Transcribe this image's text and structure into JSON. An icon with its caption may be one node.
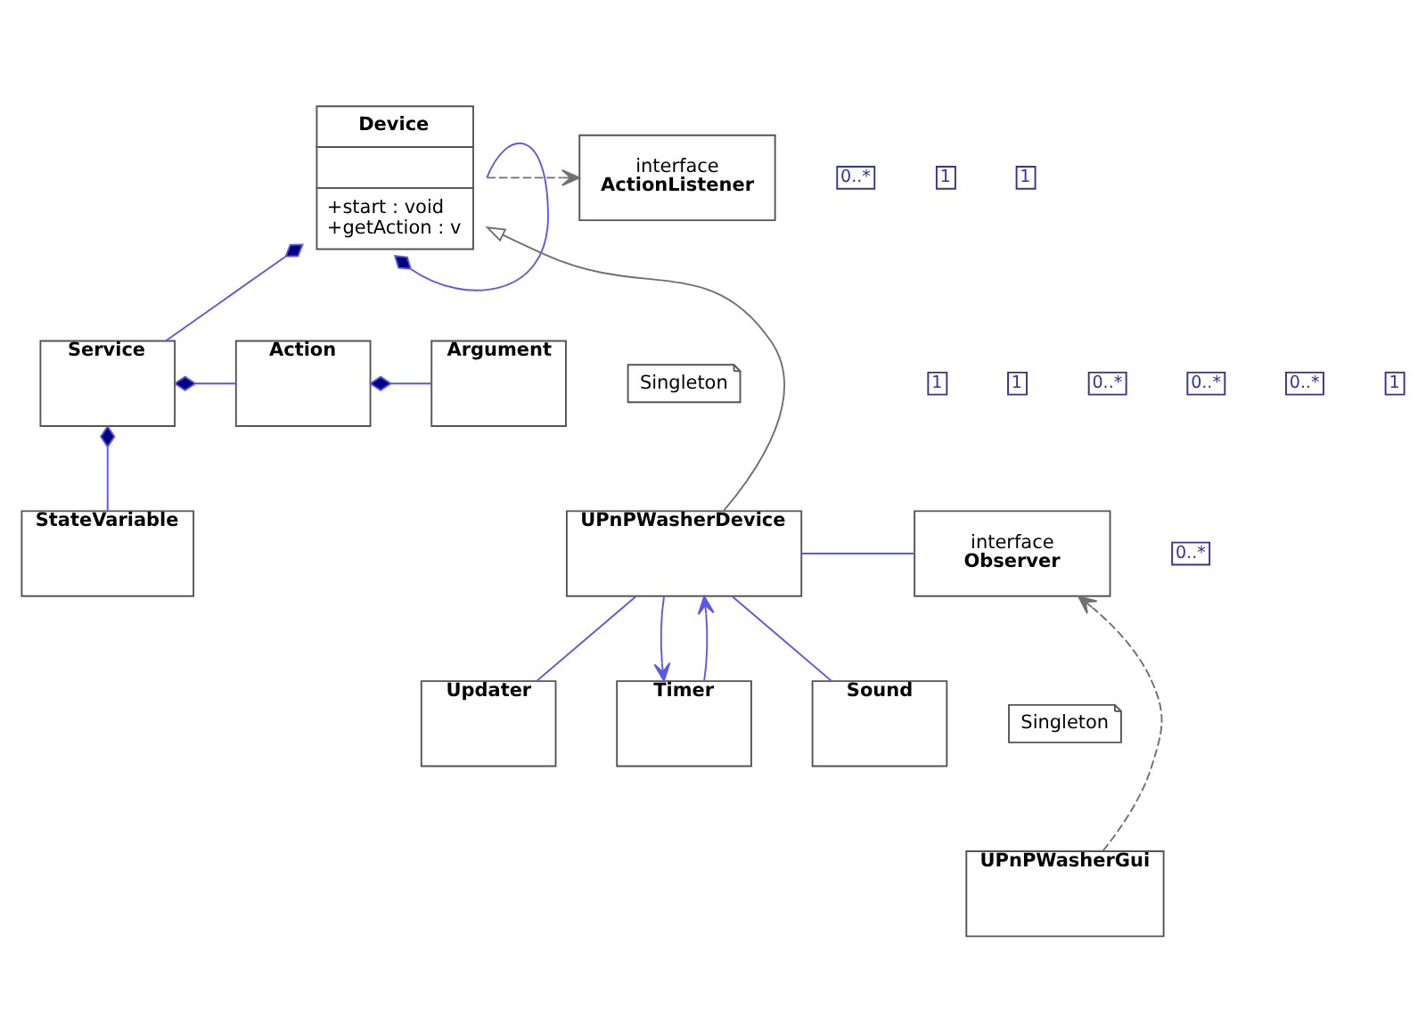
{
  "diagram": {
    "nodes": [
      {
        "text": [
          "Device",
          "+start : void",
          "+getAction : v"
        ]
      },
      {
        "text": [
          "interface",
          "ActionListener"
        ]
      },
      {
        "text": [
          "Service"
        ]
      },
      {
        "text": [
          "Action"
        ]
      },
      {
        "text": [
          "Argument"
        ]
      },
      {
        "text": [
          "StateVariable"
        ]
      },
      {
        "text": [
          "Singleton"
        ]
      },
      {
        "text": [
          "UPnPWasherDevice"
        ]
      },
      {
        "text": [
          "interface",
          "Observer"
        ]
      },
      {
        "text": [
          "Updater"
        ]
      },
      {
        "text": [
          "Timer"
        ]
      },
      {
        "text": [
          "Sound"
        ]
      },
      {
        "text": [
          "Singleton"
        ]
      },
      {
        "text": [
          "UPnPWasherGui"
        ]
      }
    ],
    "edges": [
      {
        "from": 0,
        "to": 1,
        "arrow": "to",
        "style": "dashed",
        "color": "#707070"
      },
      {
        "from": 0,
        "to": 2,
        "arrow": "other"
      },
      {
        "from": 0,
        "to": 0,
        "arrow": "other"
      },
      {
        "from": 2,
        "to": 3,
        "arrow": "other"
      },
      {
        "from": 3,
        "to": 4,
        "arrow": "other"
      },
      {
        "from": 2,
        "to": 5,
        "arrow": "other"
      },
      {
        "from": 7,
        "to": 0,
        "arrow": "to",
        "color": "#707070"
      },
      {
        "from": 7,
        "to": 8,
        "arrow": "none"
      },
      {
        "from": 7,
        "to": 9,
        "arrow": "none"
      },
      {
        "from": 7,
        "to": 10,
        "arrow": "to"
      },
      {
        "from": 10,
        "to": 7,
        "arrow": "to"
      },
      {
        "from": 7,
        "to": 11,
        "arrow": "none"
      },
      {
        "from": 13,
        "to": 8,
        "arrow": "to",
        "style": "dashed",
        "color": "#707070"
      }
    ],
    "labels": [
      "0..*",
      "1",
      "1",
      "0..*",
      "0..*",
      "1",
      "1",
      "0..*",
      "1",
      "0..*"
    ]
  }
}
